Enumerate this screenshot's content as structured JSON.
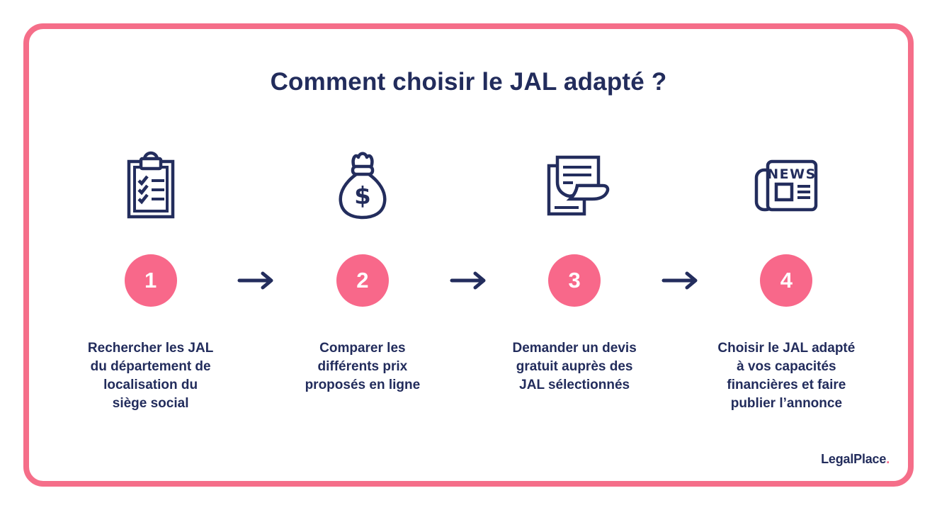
{
  "page": {
    "title": "Comment choisir le JAL adapté ?"
  },
  "brand": {
    "name": "LegalPlace",
    "dot": "."
  },
  "colors": {
    "navy": "#222C5C",
    "circle_pink": "#F8688A",
    "border_pink": "#F56E89",
    "background": "#FFFFFF",
    "number_text": "#FFFFFF"
  },
  "icon_labels": {
    "news": "NEWS",
    "currency": "$"
  },
  "steps": [
    {
      "number": "1",
      "icon": "clipboard-checklist",
      "text": "Rechercher les JAL\ndu département de\nlocalisation du\nsiège social"
    },
    {
      "number": "2",
      "icon": "money-bag",
      "text": "Comparer les\ndifférents prix\nproposés en ligne"
    },
    {
      "number": "3",
      "icon": "quote-document",
      "text": "Demander un devis\ngratuit auprès des\nJAL sélectionnés"
    },
    {
      "number": "4",
      "icon": "newspaper",
      "text": "Choisir le JAL adapté\nà vos capacités\nfinancières et faire\npublier l’annonce"
    }
  ]
}
